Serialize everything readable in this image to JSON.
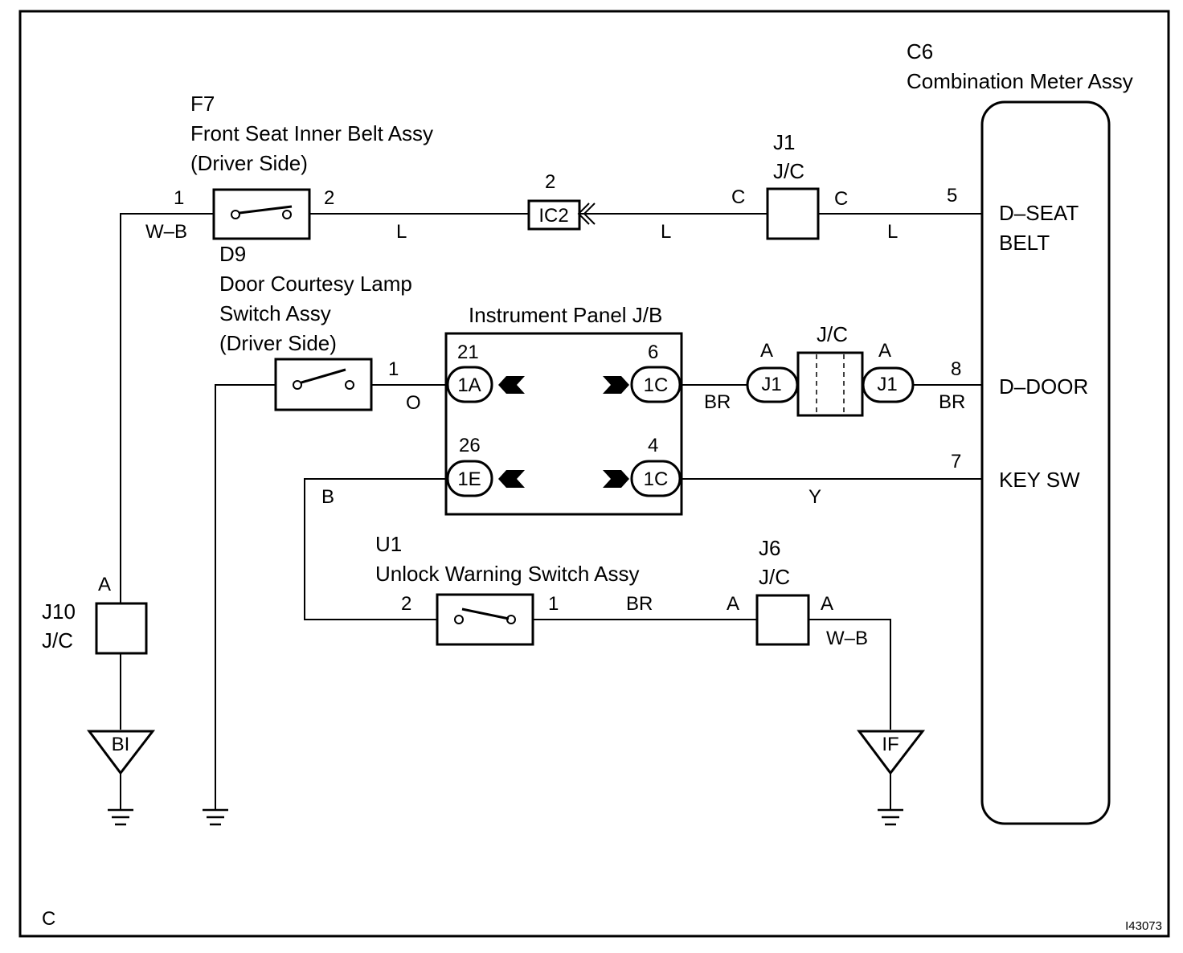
{
  "components": {
    "f7": {
      "code": "F7",
      "name": "Front Seat Inner Belt Assy",
      "side": "(Driver Side)"
    },
    "d9": {
      "code": "D9",
      "name_line1": "Door Courtesy Lamp",
      "name_line2": "Switch Assy",
      "side": "(Driver Side)"
    },
    "c6": {
      "code": "C6",
      "name": "Combination Meter Assy",
      "terminals": [
        "D–SEAT",
        "BELT",
        "D–DOOR",
        "KEY SW"
      ]
    },
    "ipjb": {
      "name": "Instrument Panel J/B"
    },
    "u1": {
      "code": "U1",
      "name": "Unlock Warning Switch Assy"
    },
    "j1_top": {
      "code": "J1",
      "type": "J/C"
    },
    "j1_mid": {
      "type": "J/C"
    },
    "j6": {
      "code": "J6",
      "type": "J/C"
    },
    "j10": {
      "code": "J10",
      "type": "J/C"
    }
  },
  "pins": [
    "1",
    "2",
    "2",
    "5",
    "1",
    "21",
    "6",
    "8",
    "26",
    "4",
    "7",
    "2",
    "1"
  ],
  "jc_pins": [
    "C",
    "C",
    "A",
    "A",
    "A",
    "A",
    "A"
  ],
  "connectors": [
    "IC2",
    "1A",
    "1C",
    "1E",
    "1C",
    "J1",
    "J1"
  ],
  "wire_colors": [
    "W–B",
    "L",
    "L",
    "L",
    "O",
    "BR",
    "BR",
    "B",
    "Y",
    "BR",
    "W–B"
  ],
  "grounds": [
    "BI",
    "IF"
  ],
  "corner_label": "C",
  "figure_id": "I43073"
}
